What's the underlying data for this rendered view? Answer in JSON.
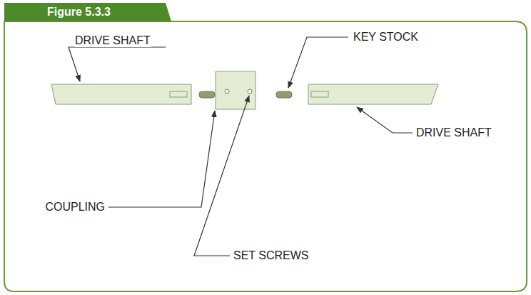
{
  "diagram": {
    "title": "Figure 5.3.3",
    "labels": [
      "DRIVE SHAFT",
      "KEY STOCK",
      "DRIVE SHAFT",
      "COUPLING",
      "SET SCREWS"
    ]
  }
}
